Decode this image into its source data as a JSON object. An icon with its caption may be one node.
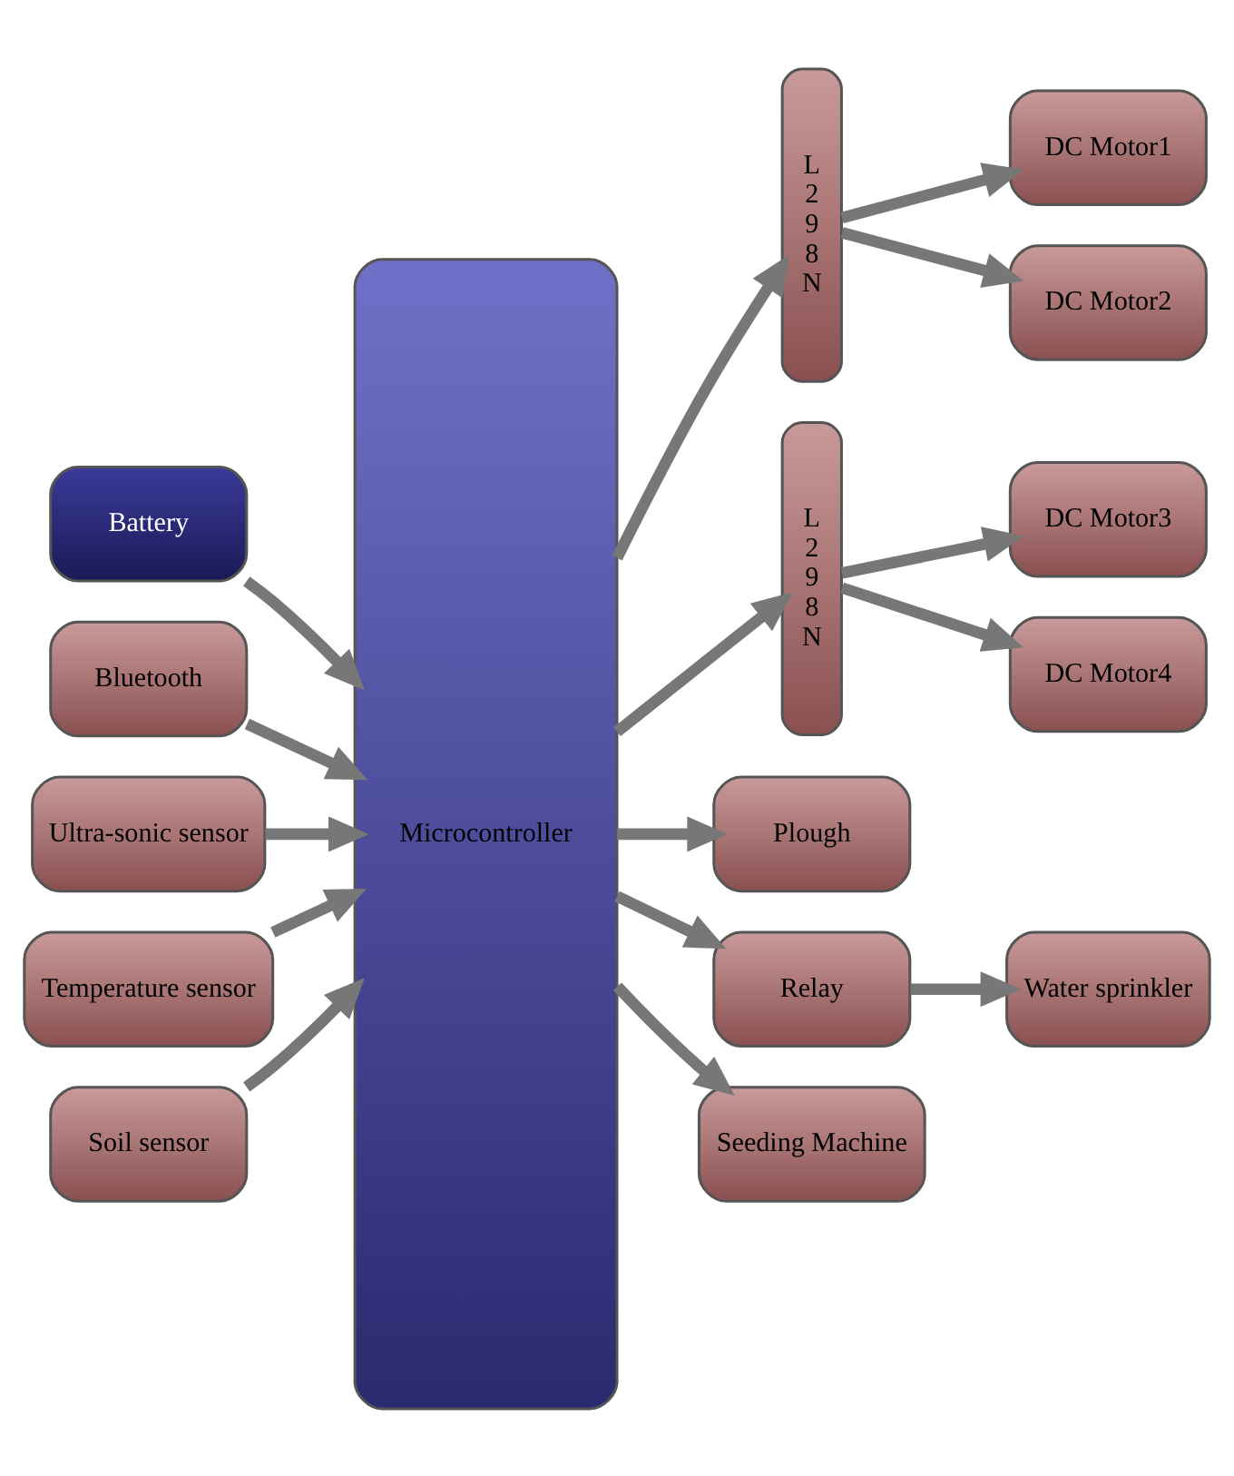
{
  "diagram": {
    "nodes": [
      {
        "text": [
          "Battery"
        ]
      },
      {
        "text": [
          "Bluetooth"
        ]
      },
      {
        "text": [
          "Microcontroller"
        ]
      },
      {
        "text": [
          "L 2 9 8 N"
        ]
      },
      {
        "text": [
          "DC Motor1"
        ]
      },
      {
        "text": [
          "DC Motor2"
        ]
      },
      {
        "text": [
          "L 2 9 8 N"
        ]
      },
      {
        "text": [
          "DC Motor3"
        ]
      },
      {
        "text": [
          "DC Motor4"
        ]
      },
      {
        "text": [
          "Ultra-sonic sensor"
        ]
      },
      {
        "text": [
          "Temperature sensor"
        ]
      },
      {
        "text": [
          "Soil sensor"
        ]
      },
      {
        "text": [
          "Plough"
        ]
      },
      {
        "text": [
          "Relay"
        ]
      },
      {
        "text": [
          "Water sprinkler"
        ]
      },
      {
        "text": [
          "Seeding Machine"
        ]
      }
    ],
    "edges": [
      {
        "from": 0,
        "to": 2,
        "arrow": "to"
      },
      {
        "from": 1,
        "to": 2,
        "arrow": "to"
      },
      {
        "from": 2,
        "to": 3,
        "arrow": "to"
      },
      {
        "from": 3,
        "to": 4,
        "arrow": "to"
      },
      {
        "from": 3,
        "to": 5,
        "arrow": "to"
      },
      {
        "from": 2,
        "to": 6,
        "arrow": "to"
      },
      {
        "from": 6,
        "to": 7,
        "arrow": "to"
      },
      {
        "from": 6,
        "to": 8,
        "arrow": "to"
      },
      {
        "from": 9,
        "to": 2,
        "arrow": "to"
      },
      {
        "from": 10,
        "to": 2,
        "arrow": "to"
      },
      {
        "from": 11,
        "to": 2,
        "arrow": "to"
      },
      {
        "from": 2,
        "to": 12,
        "arrow": "to"
      },
      {
        "from": 2,
        "to": 13,
        "arrow": "to"
      },
      {
        "from": 13,
        "to": 14,
        "arrow": "to"
      },
      {
        "from": 2,
        "to": 15,
        "arrow": "to"
      }
    ]
  }
}
